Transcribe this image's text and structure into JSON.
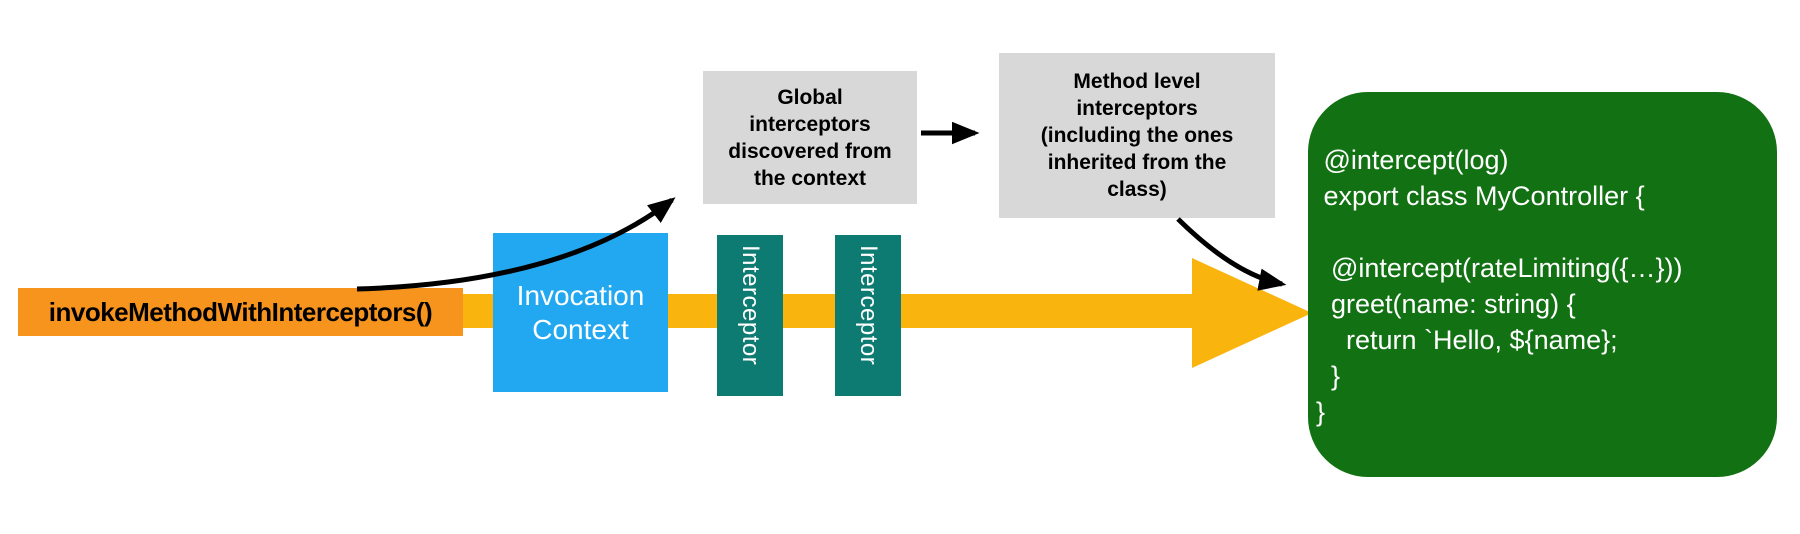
{
  "diagram": {
    "title_hint": "method invocation with interceptors flow",
    "invoke_box": {
      "label": "invokeMethodWithInterceptors()"
    },
    "invocation_context": {
      "label": "Invocation\nContext"
    },
    "interceptors": [
      {
        "label": "Interceptor"
      },
      {
        "label": "Interceptor"
      }
    ],
    "notes": {
      "global": "Global\ninterceptors\ndiscovered from\nthe context",
      "method": "Method level\ninterceptors\n(including the ones\ninherited from the\nclass)"
    },
    "code": " @intercept(log)\n export class MyController {\n\n  @intercept(rateLimiting({…}))\n  greet(name: string) {\n    return `Hello, ${name};\n  }\n}",
    "colors": {
      "orange": "#F7941E",
      "gold": "#FAB40E",
      "blue": "#22A8F0",
      "teal": "#0E7B72",
      "gray": "#D8D8D8",
      "green": "#127112",
      "arrow_black": "#000000",
      "text_white": "#ffffff",
      "text_black": "#000000"
    }
  }
}
